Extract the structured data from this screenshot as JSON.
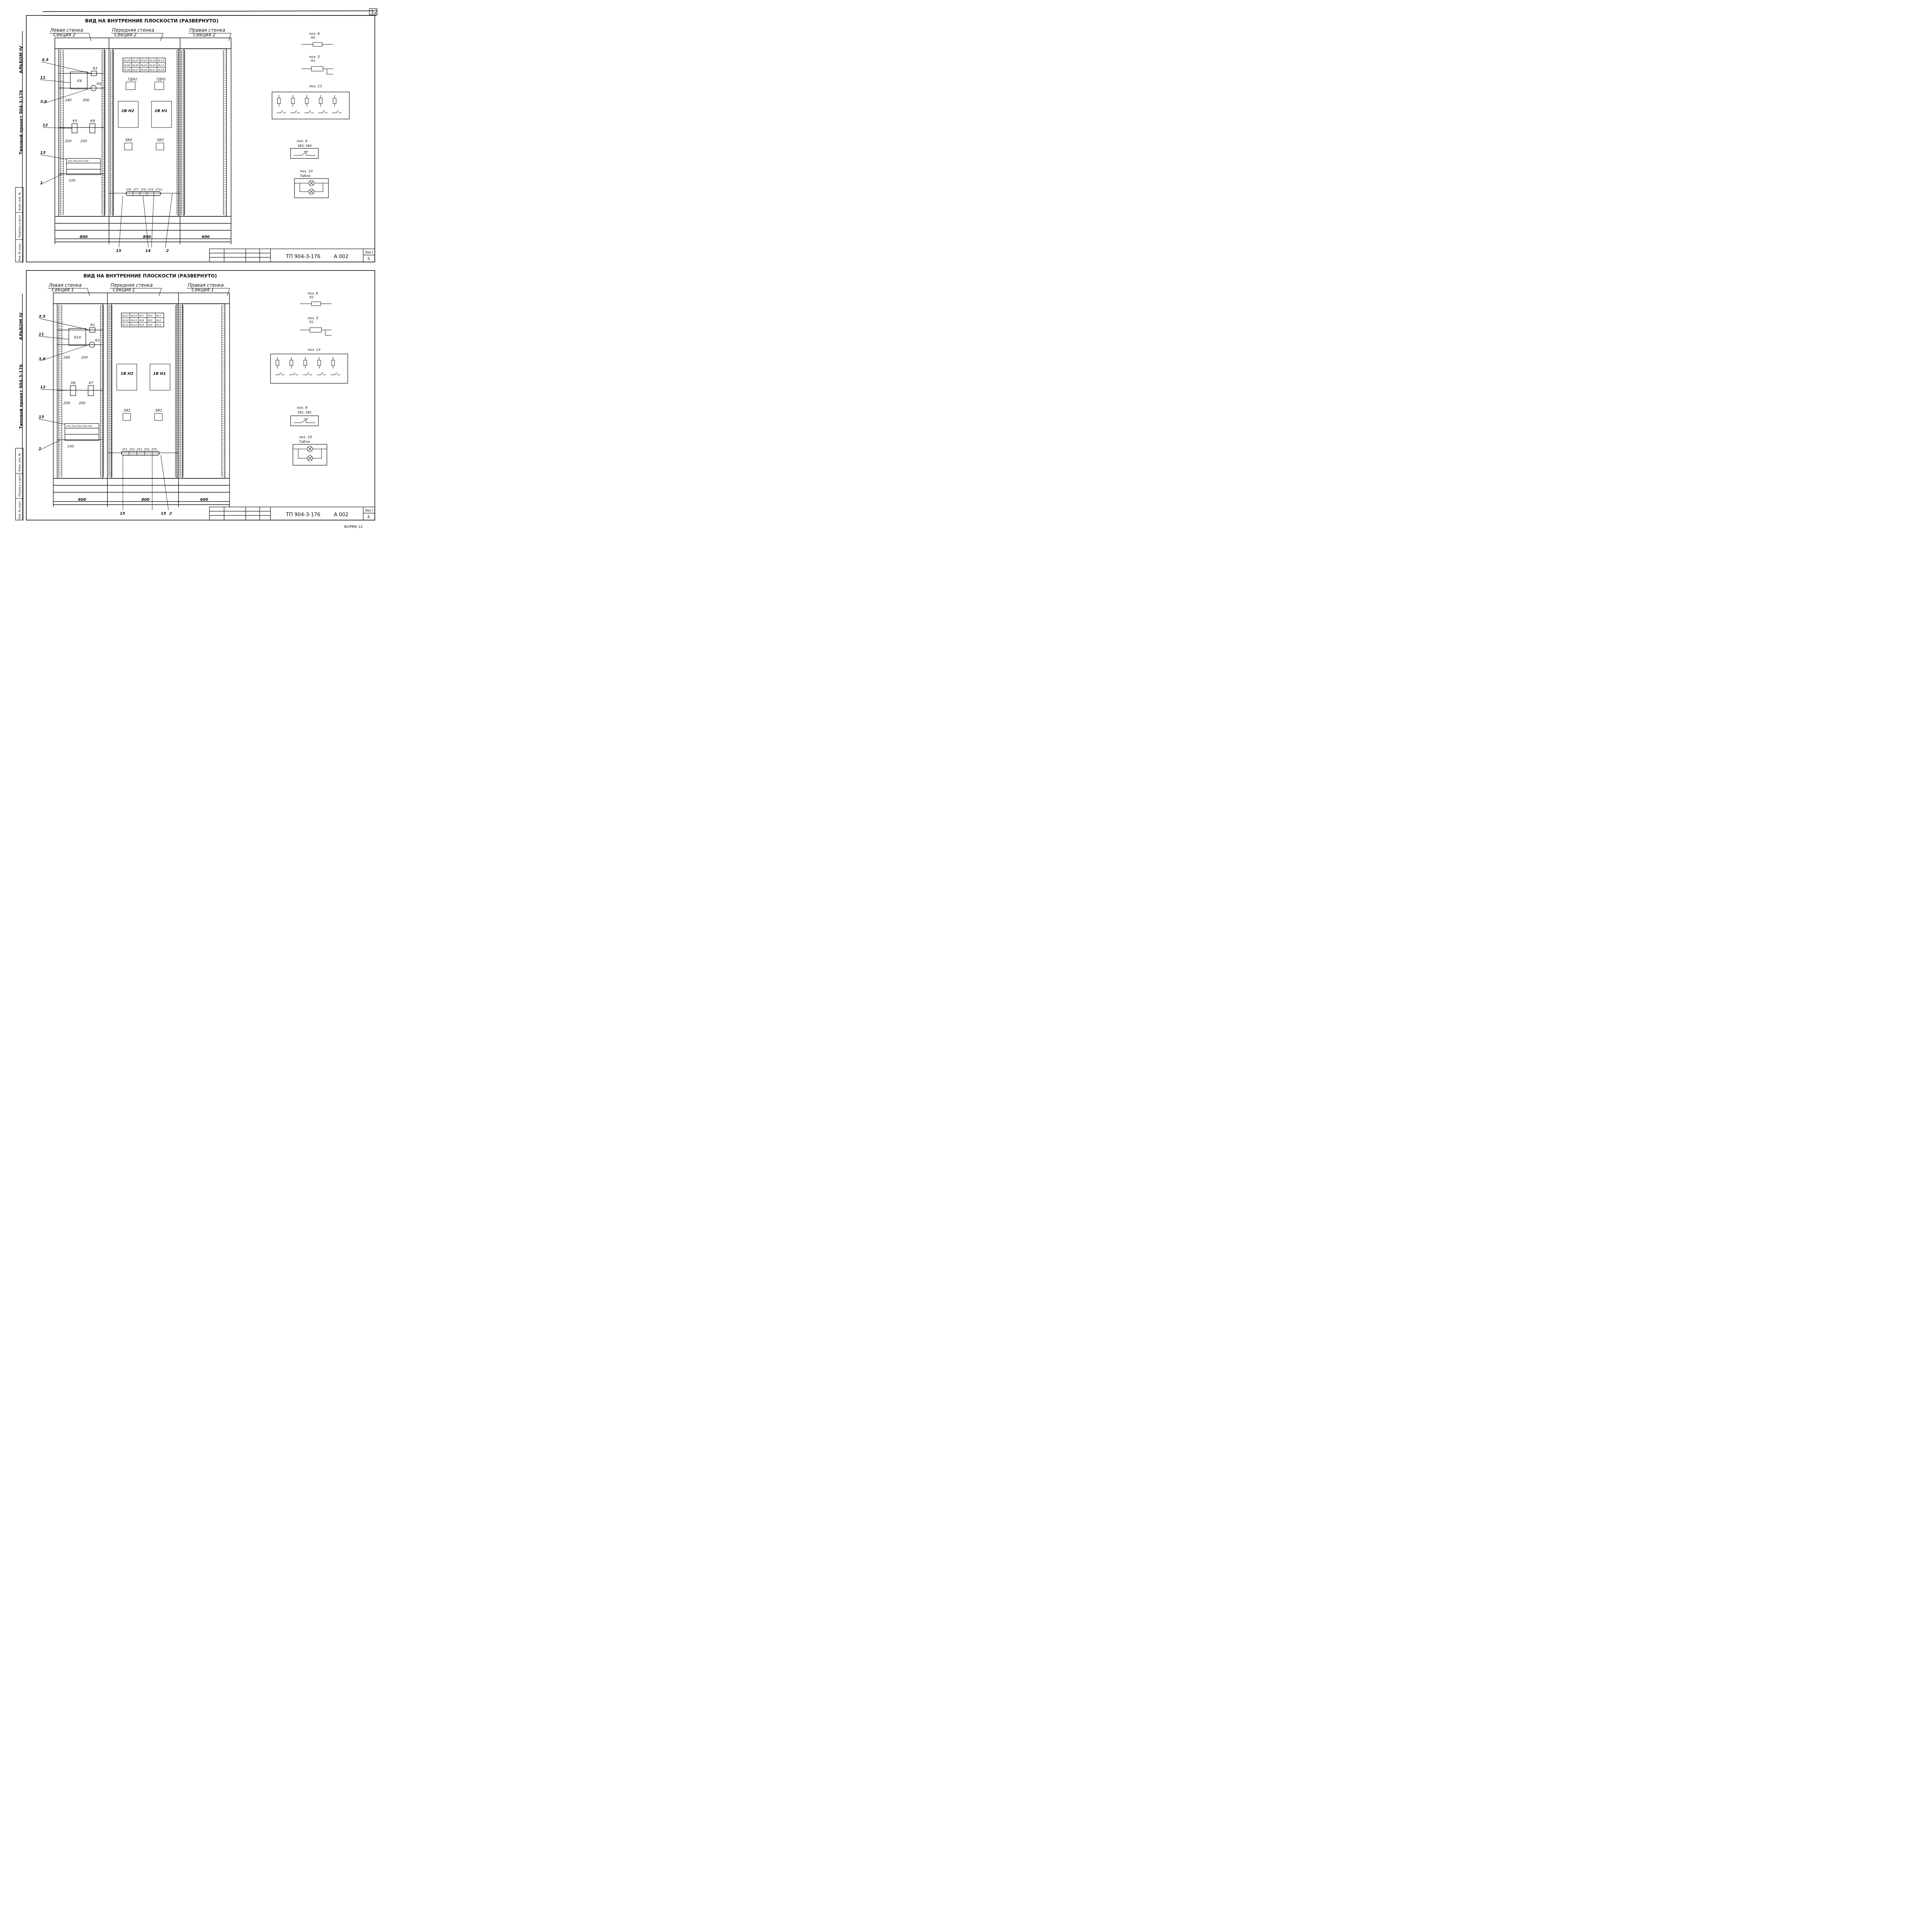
{
  "page": {
    "sheet_corner": "12",
    "format": "ФОРМА 12"
  },
  "side_labels": {
    "album": "АЛЬБОМ IV",
    "project": "Типовой проект 904-3-176",
    "stamp_boxes": [
      "Инв. № подл.",
      "Подпись и дата",
      "Взам. инв. №"
    ]
  },
  "sheets": [
    {
      "title": "ВИД НА ВНУТРЕННИЕ ПЛОСКОСТИ (РАЗВЕРНУТО)",
      "walls": [
        {
          "name": "Левая стенка",
          "section": "Секция 2"
        },
        {
          "name": "Передняя стенка",
          "section": "Секция 2"
        },
        {
          "name": "Правая стенка",
          "section": "Секция 2"
        }
      ],
      "lamp_grid": [
        [
          "HL26",
          "HL25",
          "HL22",
          "HL19",
          "HL16"
        ],
        [
          "HL29",
          "HL26",
          "HL23",
          "HL20",
          "HL17"
        ],
        [
          "HL28",
          "HL27",
          "HL24",
          "HL21",
          "HL18"
        ]
      ],
      "relays": {
        "resistor": "R3",
        "pot": "R4",
        "block": "K4"
      },
      "relays2": [
        "K5",
        "K9"
      ],
      "front_boxes": [
        "7ДН2",
        "7ДН1",
        "2В Н2",
        "2В Н1",
        "SB4",
        "SB3"
      ],
      "fuse_row": "FH1 FH2 FH3 FH4",
      "terminals": [
        "XT6",
        "XT7",
        "XT8",
        "XT9",
        "XT10"
      ],
      "callouts_left": [
        "3.5",
        "11",
        "3.6",
        "12",
        "13",
        "1"
      ],
      "dims": {
        "a": "240",
        "b": "200",
        "c": "200",
        "d": "200",
        "e": "100"
      },
      "bottom_dims": [
        "800",
        "800",
        "600"
      ],
      "bottom_callouts": [
        "15",
        "14",
        "2"
      ],
      "pos6": {
        "title": "поз. 6",
        "ref": "R4"
      },
      "pos5": {
        "title": "поз. 5",
        "ref": "R3"
      },
      "pos13": {
        "title": "поз. 13"
      },
      "pos9": {
        "title": "поз. 9",
        "ref": "SB3; SB4"
      },
      "pos10": {
        "title": "поз. 10",
        "ref": "Табло"
      },
      "stamp_code": "ТП 904-3-176",
      "stamp_sheet_code": "А 002",
      "sheet_label": "Лист",
      "sheet_num": "5"
    },
    {
      "title": "ВИД НА ВНУТРЕННИЕ ПЛОСКОСТИ (РАЗВЕРНУТО)",
      "walls": [
        {
          "name": "Левая стенка",
          "section": "Секция 1"
        },
        {
          "name": "Передняя стенка",
          "section": "Секция 1"
        },
        {
          "name": "Правая стенка",
          "section": "Секция 1"
        }
      ],
      "lamp_grid": [
        [
          "HL13",
          "HL10",
          "HL7",
          "HL4",
          "HL1"
        ],
        [
          "HL14",
          "HL11",
          "HL8",
          "HL5",
          "HL2"
        ],
        [
          "HL15",
          "HL12",
          "HL9",
          "HL6",
          "HL3"
        ]
      ],
      "relays": {
        "resistor": "R1",
        "pot": "R2",
        "block": "K10"
      },
      "relays2": [
        "K6",
        "K7"
      ],
      "front_boxes": [
        "",
        "",
        "1В Н2",
        "1В Н1",
        "SB2",
        "SB1"
      ],
      "fuse_row": "FH1 FH2 FH3 FH4 FH5",
      "terminals": [
        "XT1",
        "XT2",
        "XT3",
        "XT4",
        "XT5"
      ],
      "callouts_left": [
        "3.5",
        "11",
        "3.6",
        "12",
        "13",
        "1"
      ],
      "dims": {
        "a": "240",
        "b": "200",
        "c": "200",
        "d": "200",
        "e": "100"
      },
      "bottom_dims": [
        "600",
        "800",
        "600"
      ],
      "bottom_callouts": [
        "15",
        "15",
        "2"
      ],
      "pos6": {
        "title": "поз. 6",
        "ref": "R2"
      },
      "pos5": {
        "title": "поз. 5",
        "ref": "R1"
      },
      "pos13": {
        "title": "поз. 13"
      },
      "pos9": {
        "title": "поз. 9",
        "ref": "SB1, SB2"
      },
      "pos10": {
        "title": "поз. 10",
        "ref": "Табло"
      },
      "stamp_code": "ТП 904-3-176",
      "stamp_sheet_code": "А 002",
      "sheet_label": "Лист",
      "sheet_num": "6"
    }
  ]
}
